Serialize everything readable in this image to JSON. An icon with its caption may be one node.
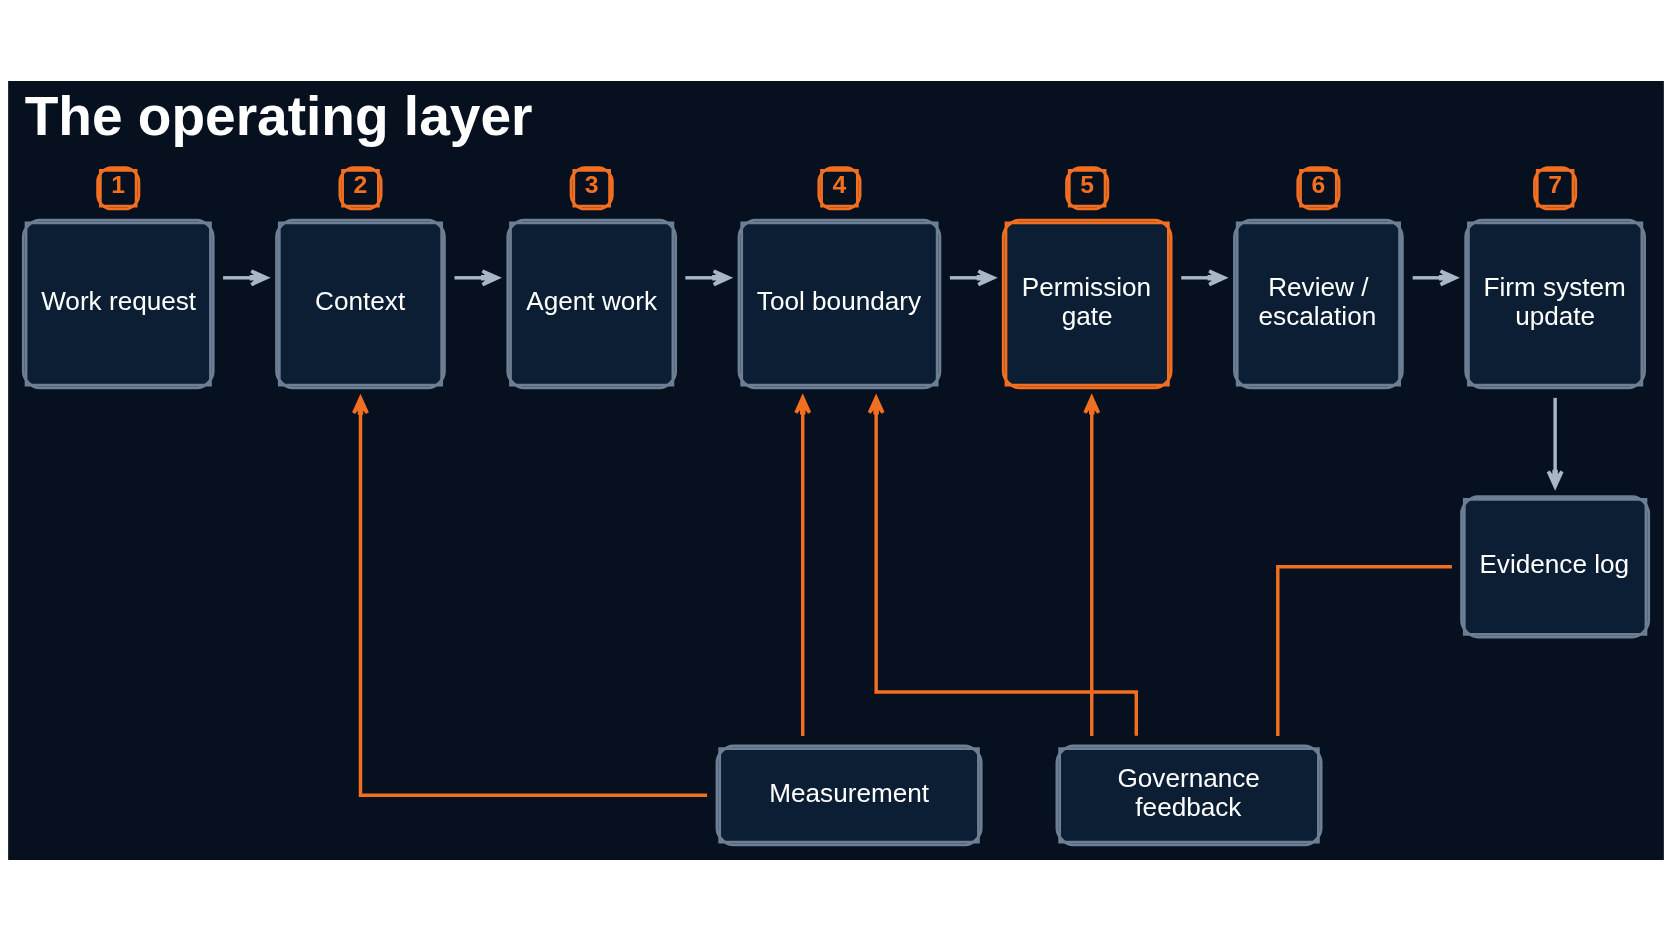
{
  "diagram": {
    "title": "The operating layer",
    "nodes": [
      {
        "text": [
          "Work request"
        ],
        "beside": [
          "1"
        ]
      },
      {
        "text": [
          "Context"
        ],
        "beside": [
          "2"
        ]
      },
      {
        "text": [
          "Agent work"
        ],
        "beside": [
          "3"
        ]
      },
      {
        "text": [
          "Tool boundary"
        ],
        "beside": [
          "4"
        ]
      },
      {
        "text": [
          "Permission gate"
        ],
        "beside": [
          "5"
        ]
      },
      {
        "text": [
          "Review / escalation"
        ],
        "beside": [
          "6"
        ]
      },
      {
        "text": [
          "Firm system update"
        ],
        "beside": [
          "7"
        ]
      },
      {
        "text": [
          "Evidence log"
        ]
      },
      {
        "text": [
          "Measurement"
        ]
      },
      {
        "text": [
          "Governance feedback"
        ]
      }
    ],
    "edges": [
      {
        "from": 0,
        "to": 1,
        "arrow": "to"
      },
      {
        "from": 1,
        "to": 2,
        "arrow": "to"
      },
      {
        "from": 2,
        "to": 3,
        "arrow": "to"
      },
      {
        "from": 3,
        "to": 4,
        "arrow": "to"
      },
      {
        "from": 4,
        "to": 5,
        "arrow": "to"
      },
      {
        "from": 5,
        "to": 6,
        "arrow": "to"
      },
      {
        "from": 6,
        "to": 7,
        "arrow": "to"
      },
      {
        "from": 8,
        "to": 1,
        "arrow": "to",
        "color": "#f26f21"
      },
      {
        "from": 8,
        "to": 3,
        "arrow": "to",
        "color": "#f26f21"
      },
      {
        "from": 9,
        "to": 3,
        "arrow": "to",
        "color": "#f26f21"
      },
      {
        "from": 9,
        "to": 4,
        "arrow": "to",
        "color": "#f26f21"
      },
      {
        "from": 7,
        "to": 9,
        "arrow": "none",
        "color": "#f26f21"
      }
    ]
  }
}
